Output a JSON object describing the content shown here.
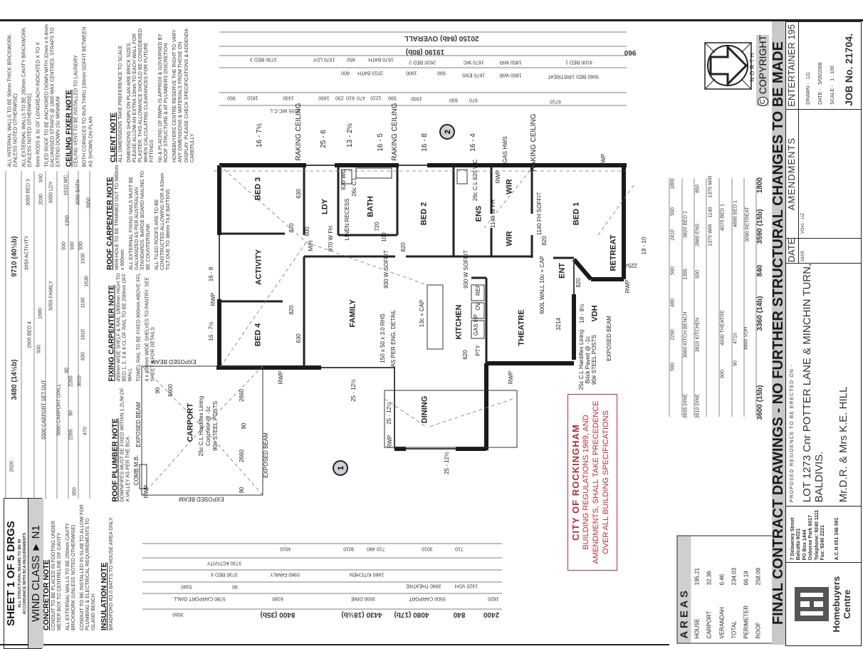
{
  "sheet": {
    "title": "SHEET 1 OF 5 DRGS",
    "subnote": "ALL STRUCTURAL BEAMS TO BE IN ACCORDANCE WITH BCA REQUIREMENTS",
    "wind_class": "WIND CLASS ► N1"
  },
  "notes": {
    "concretor": {
      "heading": "CONCRETOR NOTE",
      "paras": [
        "CONDUIT TO BE PLACED IN FOOTING UNDER METER BOX TO CENTRELINE OF CAVITY",
        "ALL EXTERNAL WALLS TO BE 250mm CAVITY BRICKWORK (UNLESS NOTED OTHERWISE)",
        "CONDUIT TO BE INSTALLED IN SLAB TO ALLOW FOR PLUMBING & ELECTRICAL REQUIREMENTS TO ISLAND BENCH"
      ]
    },
    "insulation": {
      "heading": "INSULATION NOTE",
      "paras": [
        "BRADFORD R3.0 BATTS TO HOUSE AREA ONLY"
      ]
    },
    "roof_plumber": {
      "heading": "ROOF PLUMBER NOTE",
      "paras": [
        "DOWNPIPES MUST BE FIXED WITHIN 1.2L/M OF A VALLEY AS PER THE BCA"
      ]
    },
    "fixing_carpenter": {
      "heading": "FIXING CARPENTER NOTE",
      "paras": [
        "450mm WIDE SHELF & RAIL 1800mm HIGH TO BED 1, 2, 3 & 4 CL OF RAIL TO BE 250mm OFF WALL",
        "TOWEL RAIL TO BE FIXED 900mm ABOVE FFL",
        "4 x 450mm WIDE SHELVES TO PANTRY. SEE SHEET 4 FOR DETAILS"
      ]
    },
    "roof_carpenter": {
      "heading": "ROOF CARPENTER NOTE",
      "paras": [
        "MAN-HOLE TO BE TRIMMED OUT TO 580mm x 600mm",
        "ALL EXTERNAL FIXING NAILS MUST BE GALVANIZED AS PER AUSTRALIAN STANDARDS. BARGE BOARD NAILING TO BE COUNTERSUNK",
        "ALL TILED ROOFS ARE TO BE CONSTRUCTED ALLOWING FOR A 63mm TILT DUE TO 38mm TILE BATTENS"
      ]
    },
    "bricklayer": {
      "paras": [
        "ALL INTERNAL WALLS TO BE 90mm THICK BRICKWORK (UNLESS NOTED OTHERWISE)",
        "ALL EXTERNAL WALLS TO BE 250mm CAVITY BRICKWORK (UNLESS NOTED OTHERWISE)",
        "6mm RODS & 3c OF LONGREACH INDICATED X TO X",
        "TILED ROOF TO BE ANCHORED DOWN WITH 32mm x 0.8mm GALVANISED STRAPS @ 1800 MAX CENTRES. STRAPS TO EXTEND DOWN 15c MINIMUM"
      ]
    },
    "ceiling_fixer": {
      "heading": "CEILING FIXER NOTE",
      "paras": [
        "CEILING VENT TO BE INSTALLED TO LAUNDRY",
        "BOTH CORNICES TO RUN THRU 100mm SOFFIT BETWEEN AS SHOWN ON PLAN"
      ]
    },
    "client": {
      "heading": "CLIENT NOTE",
      "paras": [
        "ALL DIMENSIONS TAKE PREFERENCE TO SCALE",
        "DIMENSIONS SHOWN ON PLAN ARE BRICK SIZES. PLEASE ALLOW AN EXTRA 10mm TO EACH WALL FOR PLASTER. THIS ALLOWANCE SHOULD BE CONSIDERED WHEN CALCULATING CLEARANCES FOR FUTURE FITTINGS",
        "No & PLACING OF RWPs IS APPROX & GOVERNED BY ROOF STRUCTURE & AT PLUMBERS DISCRETION",
        "HOMEBUYERS CENTRE RESERVE THE RIGHT TO VARY ANY DIMENSIONS & MATERIALS FROM THOSE ON DISPLAY. PLEASE CHECK SPECIFICATIONS & ADDENDA CAREFULLY"
      ]
    }
  },
  "rooms": [
    "BED 3",
    "LDY",
    "BATH",
    "BED 2",
    "ENS",
    "WIR",
    "WIR",
    "BED 1",
    "RETREAT",
    "ACTIVITY",
    "FAMILY",
    "KITCHEN",
    "THEATRE",
    "ENT",
    "VDH",
    "BED 4",
    "DINING",
    "CARPORT"
  ],
  "plan_notes": [
    "820",
    "820",
    "820",
    "820",
    "820",
    "630",
    "630",
    "600",
    "970 W FH",
    "LINEN RECESS",
    "720",
    "820 WC",
    "26c C.L",
    "M/H",
    "100",
    "930 W SOFFIT",
    "930 W SOFFIT",
    "1140 W FH",
    "1140 FH SOFFIT",
    "26c C.L 620 WC",
    "3214",
    "600L WALL 10c + CAP",
    "18 - 9½",
    "18 - 10",
    "13c + CAP",
    "150 x 50 x 3.0 RHS",
    "AS PER ENG. DETAIL",
    "GAS HP",
    "OV",
    "REF",
    "PTY",
    "620",
    "EXPOSED BEAM",
    "16 - 8",
    "16 - 7½",
    "RWP",
    "25 - 12½",
    "25 - 12½",
    "25 - 12½",
    "RWP",
    "RWP",
    "RWP",
    "RWP",
    "RWP",
    "RWP",
    "EXPOSED BEAM",
    "EXPOSED BEAM",
    "RWP",
    "25c C.L Hardiflex Lining",
    "Concrete @ -1c",
    "90# STEEL POSTS",
    "25c C.L Hardiflex Lining",
    "Brick Paved @ -1c",
    "90# STEEL POSTS",
    "COMB M.B.",
    "GAS HWS",
    "5600",
    "2660",
    "2660",
    "90",
    "90",
    "90"
  ],
  "plan_notes_flipped": [
    "EXPOSED BEAM",
    "EXPOSED BEAM",
    "2254"
  ],
  "ceiling_heights": [
    "16 - 7½",
    "RAKING CEILING",
    "25 - 6",
    "13 - 2½",
    "16 - 5",
    "RAKING CEILING",
    "16 - 8",
    "16 - 4",
    "RAKING CEILING"
  ],
  "elevation_markers": [
    "1",
    "2"
  ],
  "dims_top": [
    "20150 (84b) OVERALL",
    "19190 (80b)",
    "960",
    "3730 BED 3",
    "1570 LDY",
    "650",
    "1670 BATH",
    "2620 BED 2",
    "1670 WC",
    "1850 WIR",
    "4100 BED 1",
    "600",
    "2010 BATH",
    "1600",
    "930",
    "1670 ENS",
    "1850 WIR",
    "5060 BED 1/RETREAT",
    "950",
    "1810",
    "1430",
    "1450",
    "230",
    "610",
    "470",
    "1210",
    "590",
    "1930",
    "830",
    "970",
    "6710",
    "6155 WC C.L"
  ],
  "dims_bottom": [
    "4910",
    "3010",
    "480",
    "710",
    "3010",
    "710",
    "3730 ACTIVITY",
    "3730 BED 4",
    "5960 FAMILY",
    "2460 KITCHEN",
    "5340",
    "90",
    "3990 THEATRE",
    "1420 VDH",
    "5780 CARPORT O/ALL",
    "6180",
    "3930 DINE",
    "5500 CARPORT",
    "1820",
    "3560",
    "8400 (35b)",
    "4430 (18½b)",
    "4080 (17b)",
    "840",
    "2400"
  ],
  "dims_left": [
    "3480 (14½b)",
    "9710 (40½b)",
    "2020",
    "5500 CARPORT SET OUT",
    "5660 CARPORT O/ALL",
    "2900 BED 4",
    "3050 ACTIVITY",
    "930",
    "1680",
    "5050 FAMILY",
    "2265",
    "2265",
    "3010",
    "950",
    "470",
    "90",
    "90",
    "830",
    "1810",
    "1190",
    "1930",
    "1630",
    "3050 BED 3",
    "2030",
    "930",
    "3050 LDY",
    "1350",
    "1610 WC",
    "3050 BATH",
    "3950",
    "930",
    "930",
    "930"
  ],
  "dims_right": [
    "590",
    "2290",
    "480",
    "590",
    "2410",
    "590",
    "1800",
    "3935 DINE",
    "3060 KITCH BENCH",
    "1355",
    "3820 BED 2",
    "3510 DINE",
    "3910 KITCHEN",
    "930",
    "2880 ENS",
    "850",
    "1375 WIR",
    "1140",
    "1375 WIR",
    "4930 THEATRE",
    "4070 BED 1",
    "600",
    "90",
    "4710",
    "4890 BED 1",
    "4800 VDH",
    "3090 RETREAT",
    "3600 (15b)",
    "3360 (14b)",
    "840",
    "3590 (15b)",
    "1800"
  ],
  "council": {
    "title": "CITY OF ROCKINGHAM",
    "line1": "BUILDING REGULATIONS 1989, AND",
    "line2": "AMENDMENTS, SHALL TAKE PRECEDENCE",
    "line3": "OVER ALL BUILDING SPECIFICATIONS",
    "color": "#b0303a"
  },
  "north": {
    "label": "NORTH",
    "copyright": "COPYRIGHT",
    "c_symbol": "C"
  },
  "areas": {
    "title": "A R E A S",
    "rows": [
      {
        "label": "HOUSE",
        "value": "195.21"
      },
      {
        "label": "CARPORT",
        "value": "32.36"
      },
      {
        "label": "VERANDAH",
        "value": "6.46"
      },
      {
        "label": "TOTAL",
        "value": "234.03"
      },
      {
        "label": "PERIMETER",
        "value": "66.19"
      },
      {
        "label": "ROOF",
        "value": "258.09"
      }
    ]
  },
  "banner": "FINAL CONTRACT DRAWINGS - NO FURTHER STRUCTURAL CHANGES TO BE MADE",
  "company": {
    "name_line1": "Homebuyers",
    "name_line2": "Centre",
    "address": [
      "7 Delawney Street",
      "Balcatta 6021",
      "PO Box 1444",
      "Osborne Park 6017",
      "Telephone: 9240 1111",
      "Fax: 9240 2221"
    ],
    "acn": "A.C.N 051 346 591"
  },
  "project": {
    "proposed": "PROPOSED RESIDENCE TO BE ERECTED ON -",
    "lot_line1": "LOT 1273 Cnr POTTER LANE & MINCHIN TURN,",
    "lot_line2": "BALDIVIS.",
    "client": "Mr.D.R. & Mrs K.E. HILL"
  },
  "amendments": {
    "date_header": "DATE",
    "header": "AMENDMENTS",
    "date": "16/05",
    "entry": "VO#1 - LIZ"
  },
  "design": {
    "name": "ENTERTAINER 195",
    "drawn_label": "DRAWN -",
    "drawn": "LG",
    "date_label": "DATE -",
    "date": "5/05/2008",
    "scale_label": "SCALE -",
    "scale": "1 : 100",
    "job": "JOB No. 21704."
  }
}
